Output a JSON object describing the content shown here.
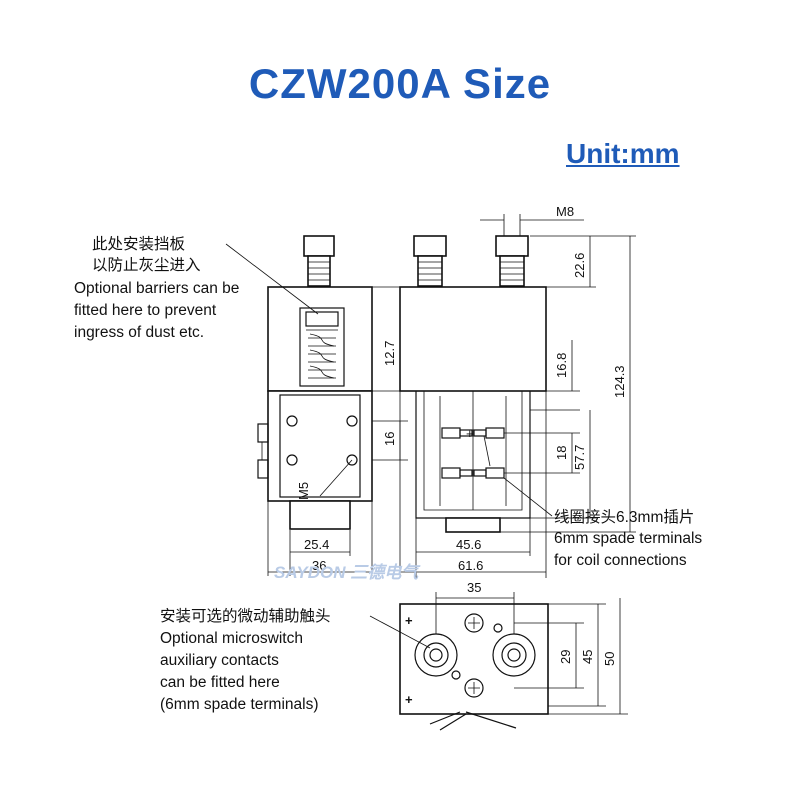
{
  "title": "CZW200A Size",
  "unit": "Unit:mm",
  "notes": {
    "barrier": [
      "此处安装挡板",
      "以防止灰尘进入",
      "Optional barriers can be",
      "fitted here to prevent",
      "ingress of dust etc."
    ],
    "coil": [
      "线圈接头6.3mm插片",
      "6mm spade terminals",
      "for coil connections"
    ],
    "microswitch": [
      "安装可选的微动辅助触头",
      "Optional microswitch",
      "auxiliary contacts",
      "can be fitted here",
      "(6mm spade terminals)"
    ]
  },
  "dimensions": {
    "m8": "M8",
    "d22_6": "22.6",
    "d124_3": "124.3",
    "d16_8": "16.8",
    "d12_7": "12.7",
    "d16": "16",
    "d18": "18",
    "d57_7": "57.7",
    "m5": "M5",
    "d25_4": "25.4",
    "d36": "36",
    "d45_6": "45.6",
    "d61_6": "61.6",
    "d35": "35",
    "d29": "29",
    "d45": "45",
    "d50": "50"
  },
  "watermark": "SAYDON 三德电气"
}
